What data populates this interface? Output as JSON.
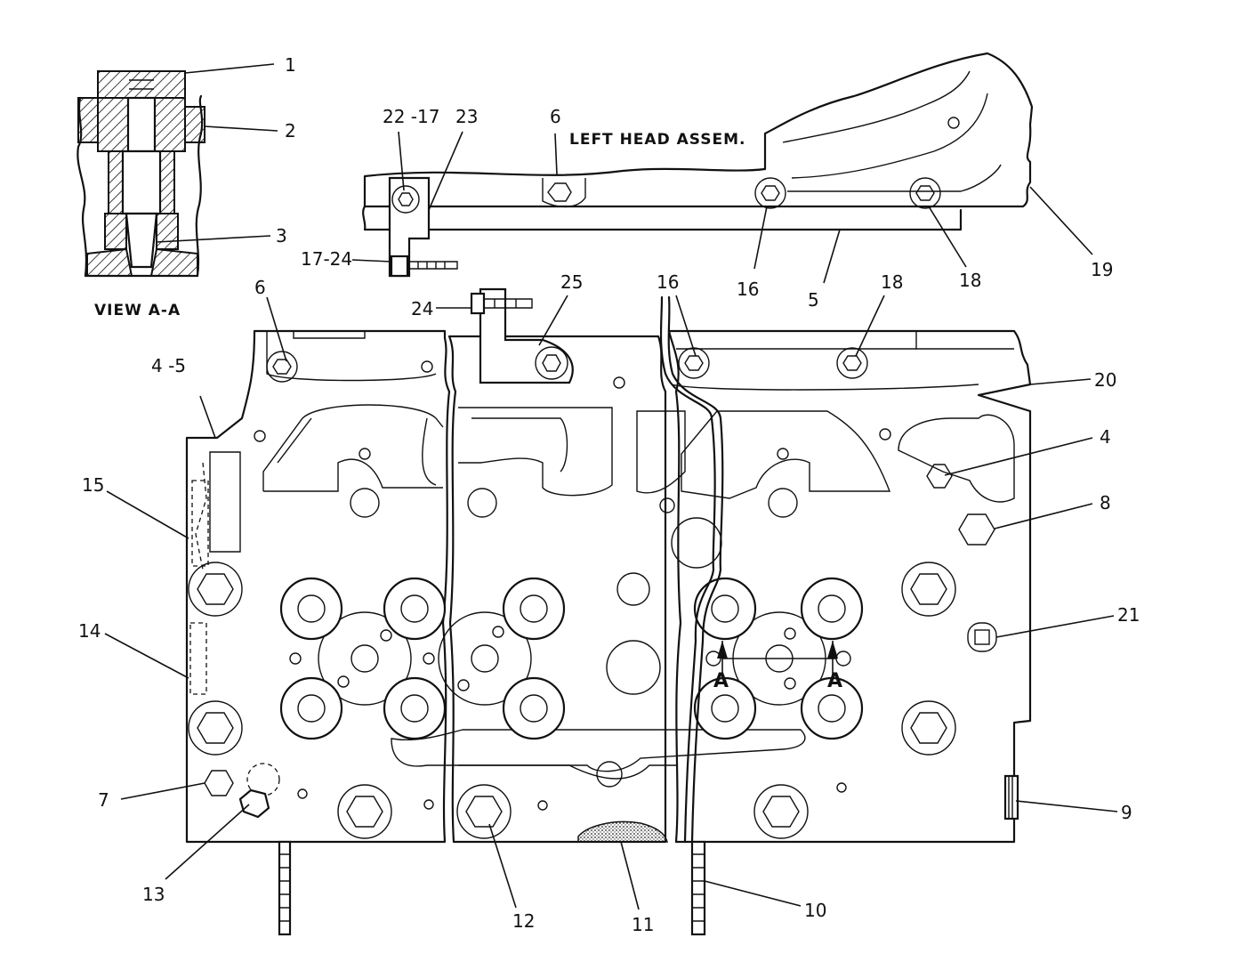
{
  "callouts": {
    "c1": "1",
    "c2": "2",
    "c3": "3",
    "c4": "4",
    "c4_5": "4 -5",
    "c5": "5",
    "c6_top": "6",
    "c6_left": "6",
    "c7": "7",
    "c8": "8",
    "c9": "9",
    "c10": "10",
    "c11": "11",
    "c12": "12",
    "c13": "13",
    "c14": "14",
    "c15": "15",
    "c16_upper": "16",
    "c16_lower": "16",
    "c17_24": "17-24",
    "c18_upper": "18",
    "c18_lower": "18",
    "c19": "19",
    "c20": "20",
    "c21": "21",
    "c22_17": "22 -17",
    "c23": "23",
    "c24": "24",
    "c25": "25"
  },
  "captions": {
    "view": "VIEW A-A",
    "left_head": "LEFT HEAD ASSEM.",
    "section_a_left": "A",
    "section_a_right": "A"
  }
}
